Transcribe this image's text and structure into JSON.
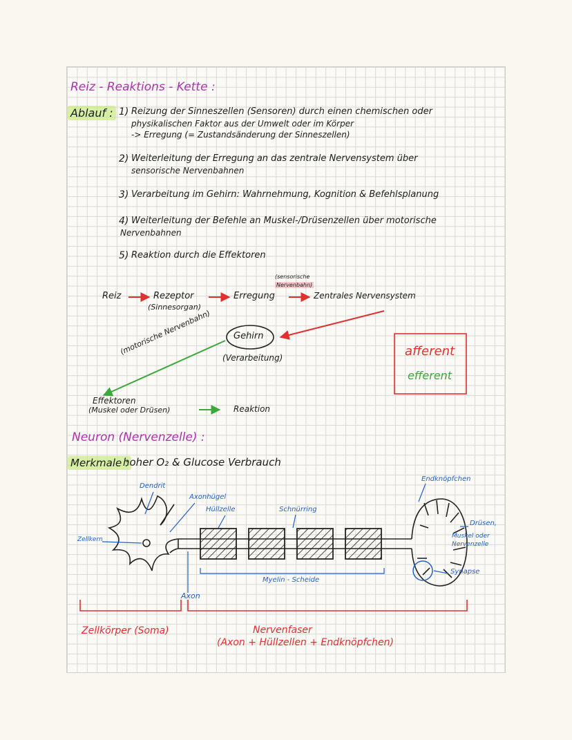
{
  "colors": {
    "heading": "#b030b0",
    "afferent": "#e03030",
    "efferent": "#3aa83a",
    "diagram_labels": "#1f5fd0",
    "highlight": "#c4eb78",
    "ink": "#1d1d1d"
  },
  "section1": {
    "title": "Reiz - Reaktions - Kette :",
    "ablauf_label": "Ablauf :",
    "steps": [
      {
        "num": "1)",
        "line1": "Reizung der Sinneszellen (Sensoren) durch einen chemischen oder",
        "line2": "physikalischen Faktor aus der Umwelt oder im Körper",
        "line3": "-> Erregung (= Zustandsänderung der Sinneszellen)"
      },
      {
        "num": "2)",
        "line1": "Weiterleitung der Erregung an das zentrale Nervensystem über",
        "line2": "sensorische Nervenbahnen"
      },
      {
        "num": "3)",
        "line1": "Verarbeitung im Gehirn: Wahrnehmung, Kognition & Befehlsplanung"
      },
      {
        "num": "4)",
        "line1": "Weiterleitung der Befehle an Muskel-/Drüsenzellen über motorische",
        "line2": "Nervenbahnen"
      },
      {
        "num": "5)",
        "line1": "Reaktion durch die Effektoren"
      }
    ]
  },
  "flow": {
    "reiz": "Reiz",
    "rezeptor": "Rezeptor",
    "rezeptor_sub": "(Sinnesorgan)",
    "erregung": "Erregung",
    "sensorisch_note_1": "(sensorische",
    "sensorisch_note_2": "Nervenbahn)",
    "zns": "Zentrales Nervensystem",
    "gehirn": "Gehirn",
    "verarbeitung": "(Verarbeitung)",
    "motorisch": "(motorische Nervenbahn)",
    "effektoren": "Effektoren",
    "effektoren_sub": "(Muskel oder Drüsen)",
    "reaktion": "Reaktion",
    "legend_afferent": "afferent",
    "legend_efferent": "efferent"
  },
  "section2": {
    "title": "Neuron (Nervenzelle) :",
    "merkmale_label": "Merkmale :",
    "merkmale_text": "hoher O₂ & Glucose Verbrauch"
  },
  "neuron_labels": {
    "dendrit": "Dendrit",
    "axonhuegel": "Axonhügel",
    "huellzelle": "Hüllzelle",
    "schnuerring": "Schnürring",
    "endknoepfchen": "Endknöpfchen",
    "zellkern": "Zellkern",
    "druesen_1": "Drüsen,",
    "druesen_2": "Muskel oder",
    "druesen_3": "Nervenzelle",
    "synapse": "Synapse",
    "myelin": "Myelin - Scheide",
    "axon": "Axon"
  },
  "brackets": {
    "zellkoerper": "Zellkörper (Soma)",
    "nervenfaser": "Nervenfaser",
    "nervenfaser_sub": "(Axon + Hüllzellen + Endknöpfchen)"
  }
}
